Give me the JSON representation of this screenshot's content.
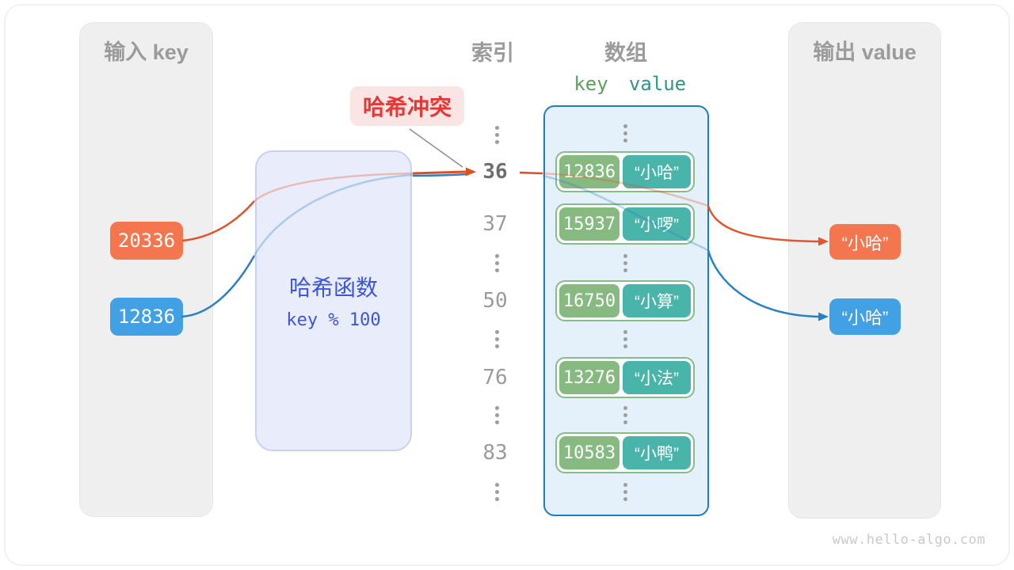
{
  "watermark": "www.hello-algo.com",
  "input_panel": {
    "title": "输入 key",
    "keys": [
      "20336",
      "12836"
    ]
  },
  "hash_box": {
    "name": "哈希函数",
    "formula": "key % 100"
  },
  "collision_badge": {
    "label": "哈希冲突"
  },
  "index_column": {
    "title": "索引",
    "numbers": [
      "36",
      "37",
      "50",
      "76",
      "83"
    ],
    "highlighted": "36",
    "ellipsis": "⋮"
  },
  "array_panel": {
    "title": "数组",
    "key_header": "key",
    "value_header": "value",
    "pairs": [
      {
        "key": "12836",
        "value": "“小哈”"
      },
      {
        "key": "15937",
        "value": "“小啰”"
      },
      {
        "key": "16750",
        "value": "“小算”"
      },
      {
        "key": "13276",
        "value": "“小法”"
      },
      {
        "key": "10583",
        "value": "“小鸭”"
      }
    ]
  },
  "output_panel": {
    "title": "输出 value",
    "values": [
      "“小哈”",
      "“小哈”"
    ]
  },
  "colors": {
    "orange": "#f3764e",
    "blue": "#42a1e4",
    "orange_stroke": "#e2552a",
    "blue_stroke": "#2a7fc9",
    "green_key": "#86ba81",
    "teal_value": "#48b4aa",
    "pair_border": "#84bd85",
    "array_border": "#1d7dc2",
    "array_bg": "#e4f1fa",
    "hash_text": "#3c55da",
    "hash_bg": "#e9edfb",
    "collision_text": "#e53836",
    "collision_bg": "#fbe5e4",
    "header_gray": "#9b9b9b",
    "key_header_green": "#5aa05a",
    "value_header_teal": "#2e968d"
  }
}
